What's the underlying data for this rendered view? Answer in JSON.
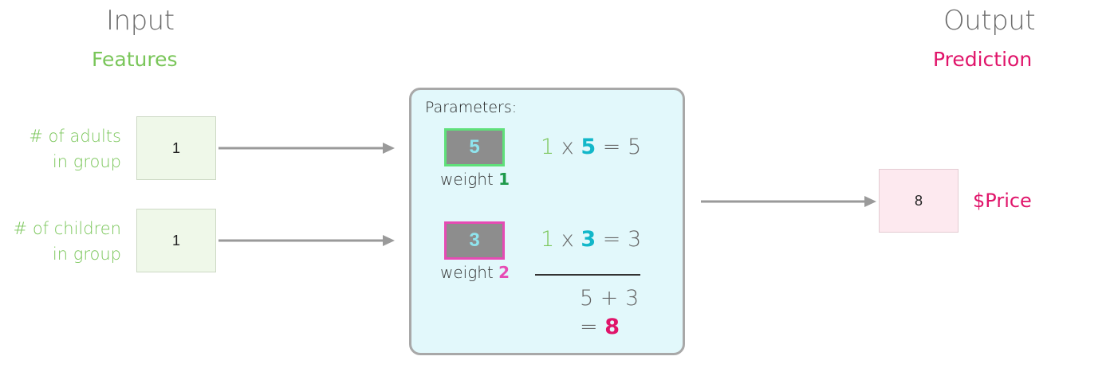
{
  "input": {
    "title": "Input",
    "subtitle": "Features"
  },
  "output": {
    "title": "Output",
    "subtitle": "Prediction"
  },
  "features": [
    {
      "label_line1": "# of adults",
      "label_line2": "in group",
      "value": "1"
    },
    {
      "label_line1": "# of children",
      "label_line2": "in group",
      "value": "1"
    }
  ],
  "parameters": {
    "title": "Parameters:",
    "weights": [
      {
        "value": "5",
        "label": "weight",
        "index": "1",
        "border_color": "#5fe07a",
        "index_color": "#1e9a4a"
      },
      {
        "value": "3",
        "label": "weight",
        "index": "2",
        "border_color": "#e64bb4",
        "index_color": "#e64bb4"
      }
    ],
    "equations": [
      {
        "input": "1",
        "times": "x",
        "weight": "5",
        "equals": "=",
        "result": "5"
      },
      {
        "input": "1",
        "times": "x",
        "weight": "3",
        "equals": "=",
        "result": "3"
      }
    ],
    "sum_line": "5 + 3",
    "sum_equals": "=",
    "sum_result": "8"
  },
  "prediction": {
    "value": "8",
    "label": "$Price"
  },
  "colors": {
    "feature_green": "#7ac65a",
    "prediction_pink": "#e0146a",
    "weight_cyan": "#12b7c9",
    "panel_bg": "#e2f8fb",
    "arrow_gray": "#9a9a9a"
  }
}
